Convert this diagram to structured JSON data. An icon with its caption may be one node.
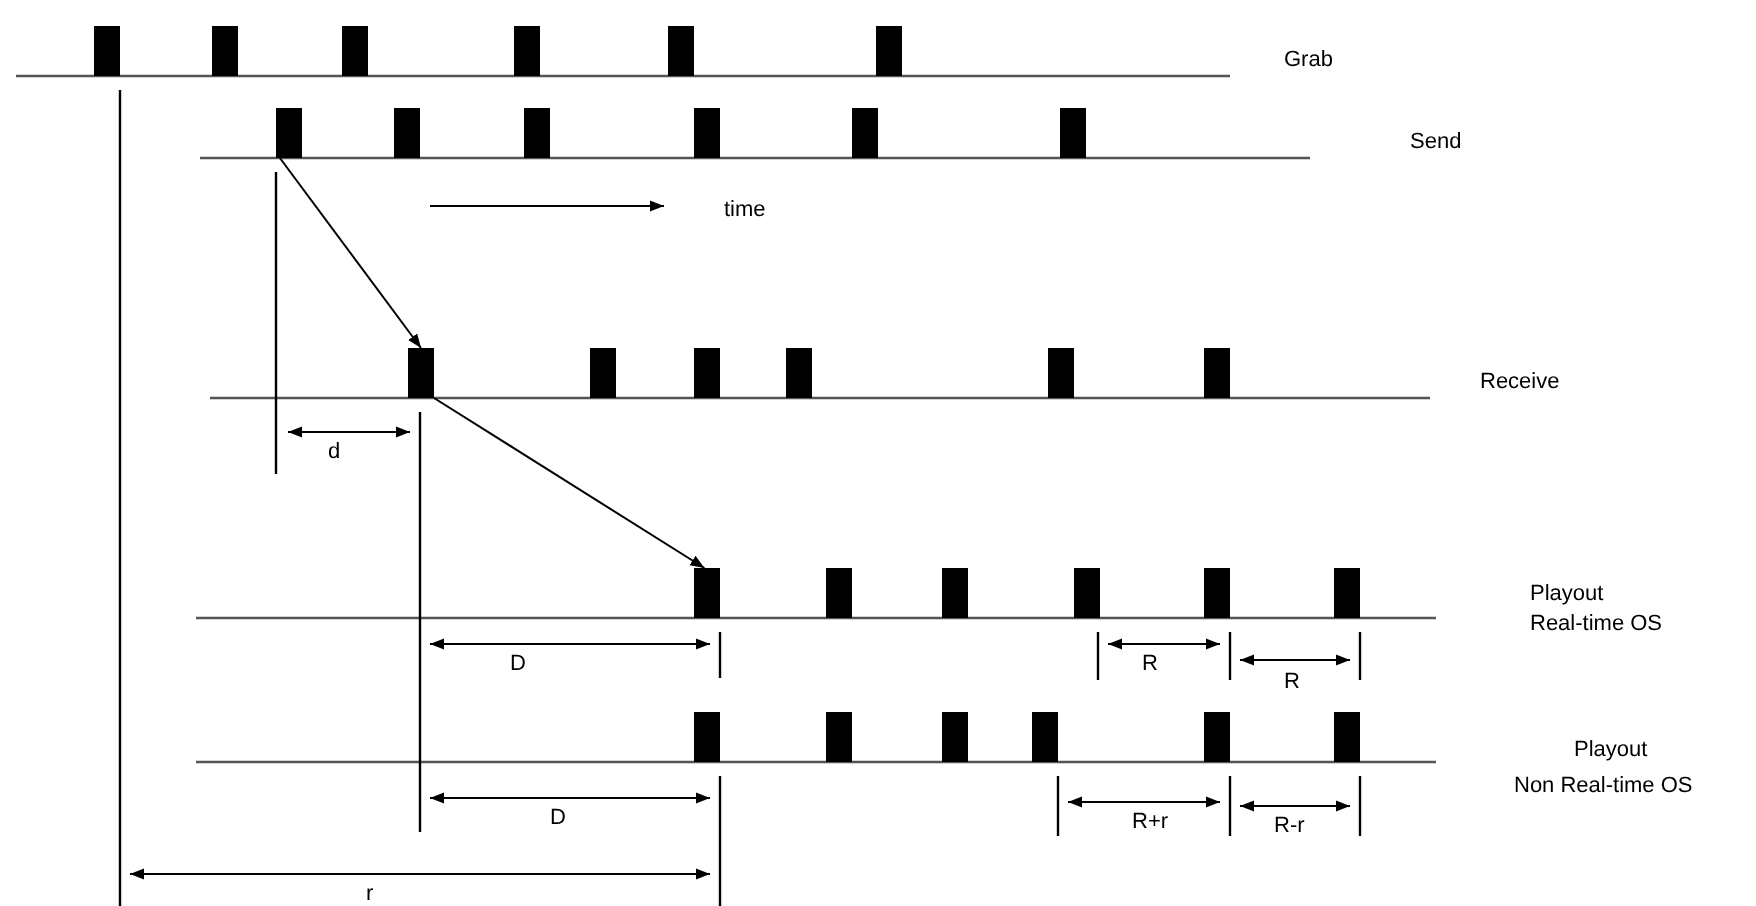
{
  "diagram": {
    "nodes": [
      {
        "text": [],
        "shape": "bar"
      },
      {
        "text": [],
        "shape": "bar"
      },
      {
        "text": [],
        "shape": "bar"
      }
    ],
    "edges": [
      {
        "from": 0,
        "to": 1,
        "arrow": "to"
      },
      {
        "from": 1,
        "to": 2,
        "arrow": "to"
      }
    ],
    "labels": [
      "Grab",
      "Send",
      "time",
      "Receive",
      "d",
      "Playout",
      "Real-time OS",
      "D",
      "R",
      "R",
      "Playout",
      "Non Real-time OS",
      "D",
      "R+r",
      "R-r",
      "r"
    ]
  }
}
